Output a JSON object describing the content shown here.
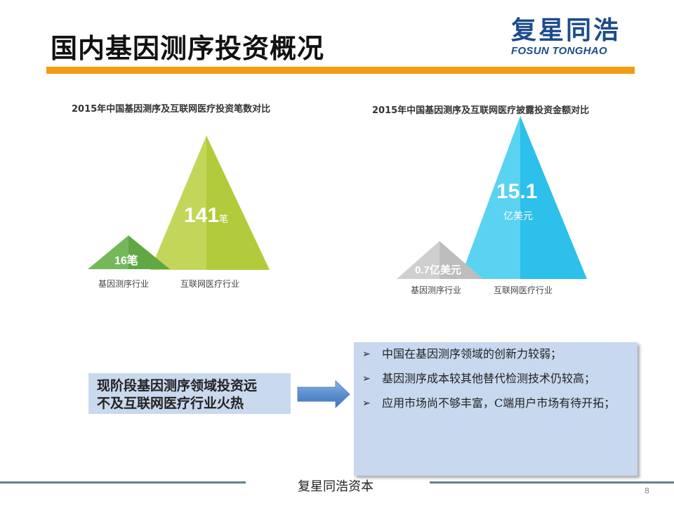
{
  "slide": {
    "title": "国内基因测序投资概况",
    "logo": {
      "cn": "复星同浩",
      "en": "FOSUN TONGHAO",
      "color": "#1b4c8c"
    },
    "accent_bar_color": "#f39c12",
    "footer": {
      "text": "复星同浩资本",
      "page_number": "8"
    }
  },
  "charts": {
    "left": {
      "title": "2015年中国基因测序及互联网医疗投资笔数对比",
      "big_value": "141",
      "big_unit": "笔",
      "small_value": "16笔",
      "cat_small": "基因测序行业",
      "cat_big": "互联网医疗行业"
    },
    "right": {
      "title": "2015年中国基因测序及互联网医疗披露投资金额对比",
      "big_value": "15.1",
      "big_unit": "亿美元",
      "small_value": "0.7亿美元",
      "cat_small": "基因测序行业",
      "cat_big": "互联网医疗行业"
    }
  },
  "callout": {
    "summary": "现阶段基因测序领域投资远不及互联网医疗行业火热",
    "summary_line1": "现阶段基因测序领域投资远",
    "summary_line2": "不及互联网医疗行业火热",
    "bullets": [
      {
        "mark": "➢",
        "text": "中国在基因测序领域的创新力较弱；"
      },
      {
        "mark": "➢",
        "text": "基因测序成本较其他替代检测技术仍较高；"
      },
      {
        "mark": "➢",
        "text": "应用市场尚不够丰富，C端用户市场有待开拓；"
      }
    ]
  },
  "chart_data": [
    {
      "type": "bar",
      "title": "2015年中国基因测序及互联网医疗投资笔数对比",
      "categories": [
        "基因测序行业",
        "互联网医疗行业"
      ],
      "values": [
        16,
        141
      ],
      "unit": "笔",
      "colors": [
        "#6ab04c",
        "#b5cf3a"
      ],
      "xlabel": "",
      "ylabel": ""
    },
    {
      "type": "bar",
      "title": "2015年中国基因测序及互联网医疗披露投资金额对比",
      "categories": [
        "基因测序行业",
        "互联网医疗行业"
      ],
      "values": [
        0.7,
        15.1
      ],
      "unit": "亿美元",
      "colors": [
        "#c4c4c4",
        "#33c2ec"
      ],
      "xlabel": "",
      "ylabel": ""
    }
  ]
}
